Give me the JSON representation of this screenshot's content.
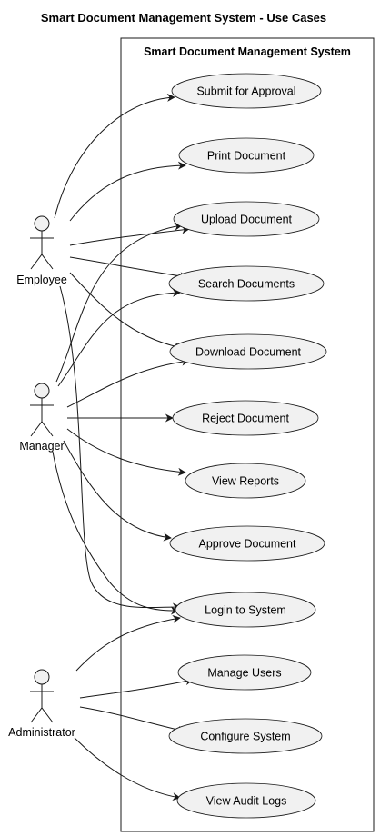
{
  "diagram": {
    "title": "Smart Document Management System - Use Cases",
    "system_name": "Smart Document Management System",
    "actors": [
      {
        "id": "employee",
        "label": "Employee"
      },
      {
        "id": "manager",
        "label": "Manager"
      },
      {
        "id": "administrator",
        "label": "Administrator"
      }
    ],
    "use_cases": [
      {
        "id": "submit",
        "label": "Submit for Approval"
      },
      {
        "id": "print",
        "label": "Print Document"
      },
      {
        "id": "upload",
        "label": "Upload Document"
      },
      {
        "id": "search",
        "label": "Search Documents"
      },
      {
        "id": "download",
        "label": "Download Document"
      },
      {
        "id": "reject",
        "label": "Reject Document"
      },
      {
        "id": "reports",
        "label": "View Reports"
      },
      {
        "id": "approve",
        "label": "Approve Document"
      },
      {
        "id": "login",
        "label": "Login to System"
      },
      {
        "id": "users",
        "label": "Manage Users"
      },
      {
        "id": "configure",
        "label": "Configure System"
      },
      {
        "id": "audit",
        "label": "View Audit Logs"
      }
    ],
    "associations": [
      {
        "from": "employee",
        "to": "submit"
      },
      {
        "from": "employee",
        "to": "print"
      },
      {
        "from": "employee",
        "to": "upload"
      },
      {
        "from": "employee",
        "to": "search"
      },
      {
        "from": "employee",
        "to": "download"
      },
      {
        "from": "employee",
        "to": "login"
      },
      {
        "from": "manager",
        "to": "upload"
      },
      {
        "from": "manager",
        "to": "search"
      },
      {
        "from": "manager",
        "to": "download"
      },
      {
        "from": "manager",
        "to": "reject"
      },
      {
        "from": "manager",
        "to": "reports"
      },
      {
        "from": "manager",
        "to": "approve"
      },
      {
        "from": "manager",
        "to": "login"
      },
      {
        "from": "administrator",
        "to": "login"
      },
      {
        "from": "administrator",
        "to": "users"
      },
      {
        "from": "administrator",
        "to": "configure"
      },
      {
        "from": "administrator",
        "to": "audit"
      }
    ],
    "colors": {
      "usecase_fill": "#f1f1f1",
      "stroke": "#181818",
      "background": "#ffffff"
    }
  }
}
